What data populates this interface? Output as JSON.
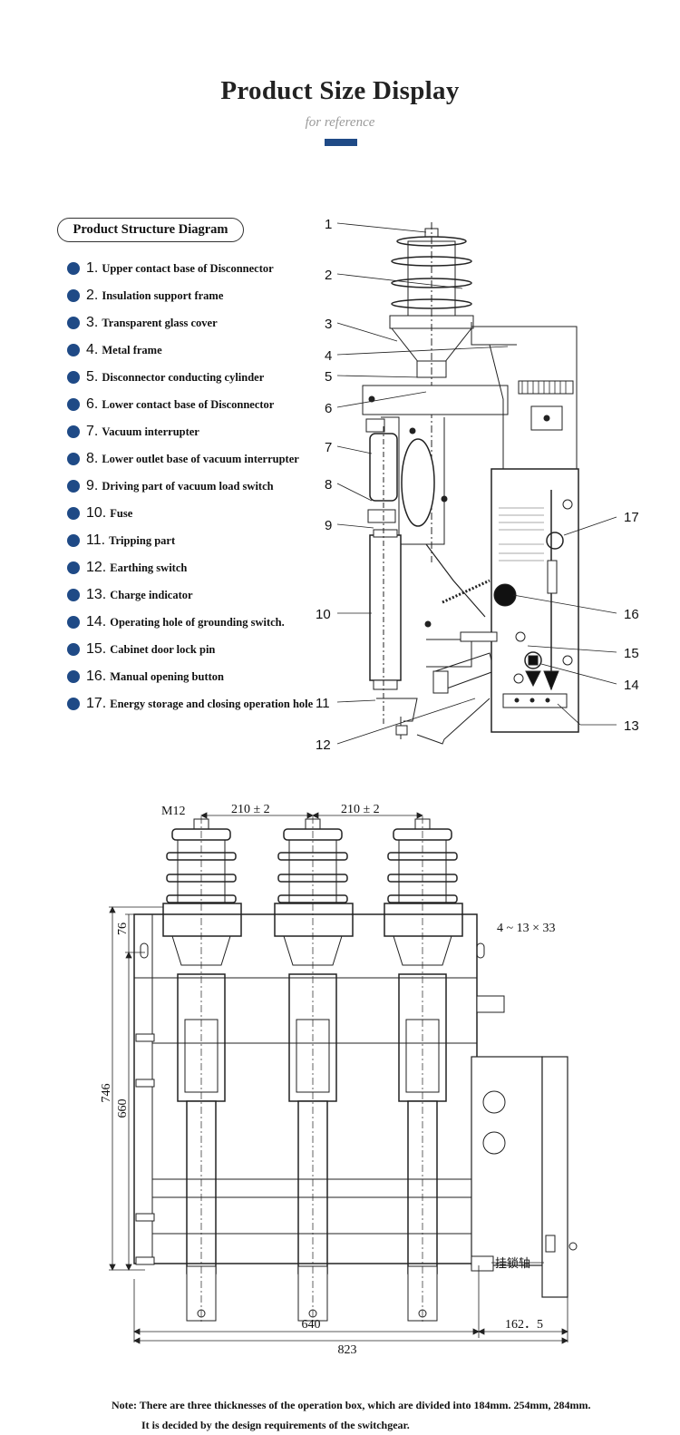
{
  "header": {
    "title": "Product Size Display",
    "subtitle": "for reference"
  },
  "structure": {
    "title": "Product Structure Diagram",
    "items": [
      {
        "num": "1.",
        "label": "Upper contact base of Disconnector"
      },
      {
        "num": "2.",
        "label": "Insulation support frame"
      },
      {
        "num": "3.",
        "label": "Transparent glass cover"
      },
      {
        "num": "4.",
        "label": "Metal frame"
      },
      {
        "num": "5.",
        "label": "Disconnector conducting cylinder"
      },
      {
        "num": "6.",
        "label": "Lower contact base of Disconnector"
      },
      {
        "num": "7.",
        "label": "Vacuum interrupter"
      },
      {
        "num": "8.",
        "label": "Lower outlet base of vacuum interrupter"
      },
      {
        "num": "9.",
        "label": "Driving part of vacuum load switch"
      },
      {
        "num": "10.",
        "label": "Fuse"
      },
      {
        "num": "11.",
        "label": "Tripping part"
      },
      {
        "num": "12.",
        "label": "Earthing switch"
      },
      {
        "num": "13.",
        "label": "Charge indicator"
      },
      {
        "num": "14.",
        "label": "Operating hole of grounding switch."
      },
      {
        "num": "15.",
        "label": "Cabinet door lock pin"
      },
      {
        "num": "16.",
        "label": "Manual opening button"
      },
      {
        "num": "17.",
        "label": "Energy storage and closing operation hole"
      }
    ]
  },
  "callouts": {
    "c1": "1",
    "c2": "2",
    "c3": "3",
    "c4": "4",
    "c5": "5",
    "c6": "6",
    "c7": "7",
    "c8": "8",
    "c9": "9",
    "c10": "10",
    "c11": "11",
    "c12": "12",
    "c13": "13",
    "c14": "14",
    "c15": "15",
    "c16": "16",
    "c17": "17"
  },
  "dimensions": {
    "bolt": "M12",
    "pitch1": "210 ± 2",
    "pitch2": "210 ± 2",
    "holes": "4 ~ 13 × 33",
    "height_total": "746",
    "height_inner": "660",
    "top_offset": "76",
    "width_inner": "640",
    "width_total": "823",
    "side_box": "162．5",
    "shaft_label": "挂锁轴"
  },
  "note": {
    "line1": "Note: There are three thicknesses of the operation box, which are divided into 184mm. 254mm, 284mm.",
    "line2": "It is decided by the design requirements of the switchgear."
  }
}
